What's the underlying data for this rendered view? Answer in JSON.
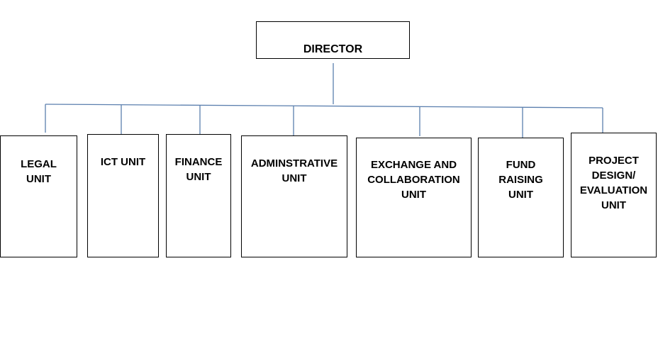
{
  "org_chart": {
    "head": "DIRECTOR",
    "units": [
      {
        "id": "legal",
        "label": "LEGAL\nUNIT"
      },
      {
        "id": "ict",
        "label": "ICT UNIT"
      },
      {
        "id": "finance",
        "label": "FINANCE\nUNIT"
      },
      {
        "id": "admin",
        "label": "ADMINSTRATIVE\nUNIT"
      },
      {
        "id": "exchange",
        "label": "EXCHANGE AND\nCOLLABORATION\nUNIT"
      },
      {
        "id": "fund",
        "label": "FUND\nRAISING\nUNIT"
      },
      {
        "id": "project",
        "label": "PROJECT\nDESIGN/\nEVALUATION\nUNIT"
      }
    ]
  },
  "colors": {
    "connector": "#5b7fae",
    "box_border": "#000000",
    "text": "#000000"
  }
}
